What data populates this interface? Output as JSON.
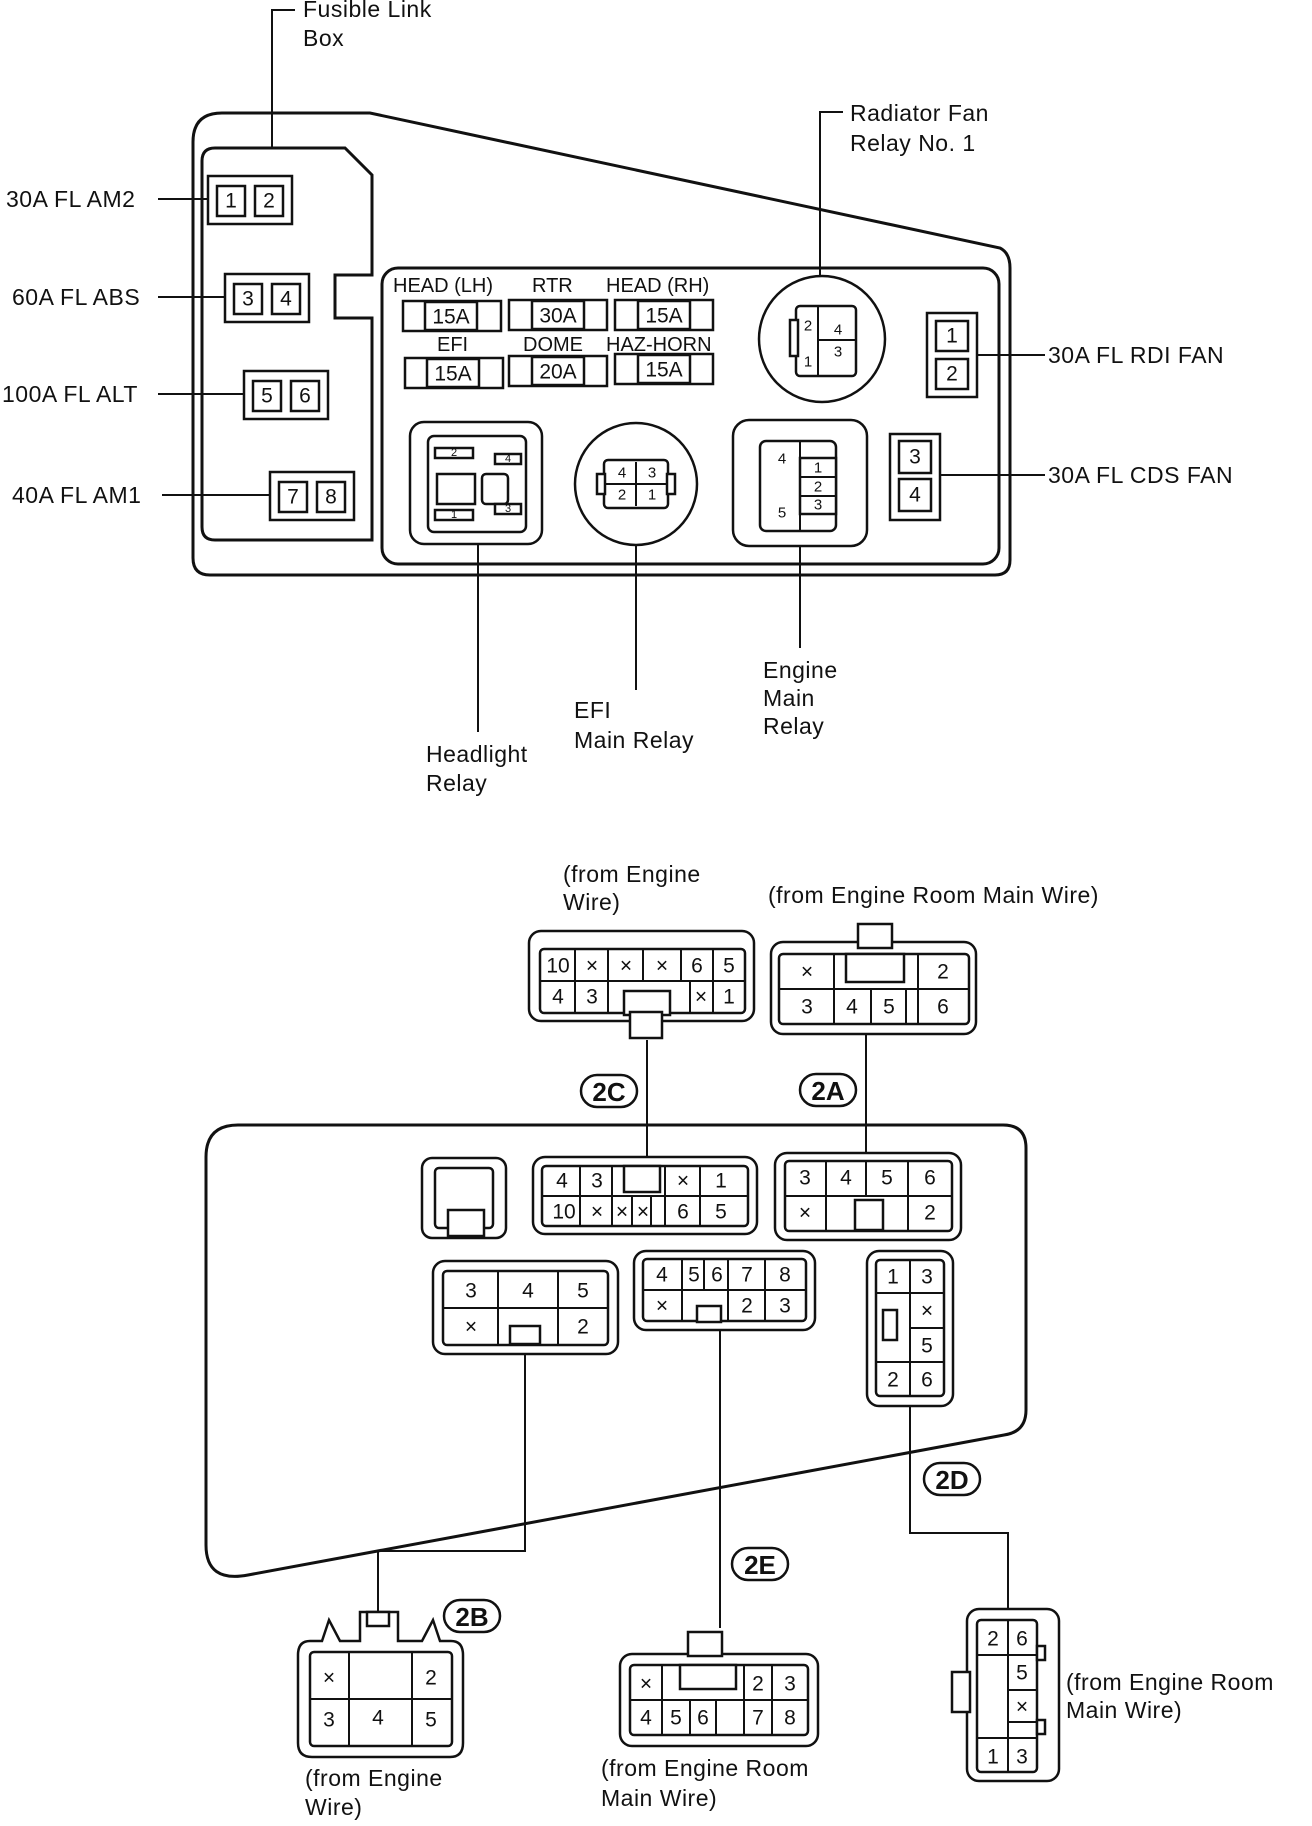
{
  "fusible_link_box": {
    "line1": "Fusible Link",
    "line2": "Box"
  },
  "fusible_links": [
    {
      "label": "30A  FL  AM2",
      "pins": [
        "1",
        "2"
      ]
    },
    {
      "label": "60A  FL  ABS",
      "pins": [
        "3",
        "4"
      ]
    },
    {
      "label": "100A  FL  ALT",
      "pins": [
        "5",
        "6"
      ]
    },
    {
      "label": "40A  FL  AM1",
      "pins": [
        "7",
        "8"
      ]
    }
  ],
  "fuses": [
    {
      "name": "HEAD  (LH)",
      "rating": "15A"
    },
    {
      "name": "RTR",
      "rating": "30A"
    },
    {
      "name": "HEAD  (RH)",
      "rating": "15A"
    },
    {
      "name": "EFI",
      "rating": "15A"
    },
    {
      "name": "DOME",
      "rating": "20A"
    },
    {
      "name": "HAZ-HORN",
      "rating": "15A"
    }
  ],
  "right_links": [
    {
      "label": "30A  FL  RDI  FAN",
      "pins": [
        "1",
        "2"
      ]
    },
    {
      "label": "30A  FL  CDS  FAN",
      "pins": [
        "3",
        "4"
      ]
    }
  ],
  "relays": {
    "radiator_fan": {
      "line1": "Radiator  Fan",
      "line2": "Relay  No.  1",
      "pins": [
        "2",
        "4",
        "1",
        "3"
      ]
    },
    "headlight": {
      "line1": "Headlight",
      "line2": "Relay",
      "pins": [
        "2",
        "4",
        "1",
        "3"
      ]
    },
    "efi_main": {
      "line1": "EFI",
      "line2": "Main  Relay",
      "pins": [
        "4",
        "3",
        "2",
        "1"
      ]
    },
    "engine_main": {
      "line1": "Engine",
      "line2": "Main",
      "line3": "Relay",
      "pins": [
        "4",
        "1",
        "2",
        "3",
        "5"
      ]
    }
  },
  "connector_tags": [
    "2C",
    "2A",
    "2B",
    "2E",
    "2D"
  ],
  "connector_notes": {
    "c2c_top": {
      "line1": "(from  Engine",
      "line2": "Wire)"
    },
    "c2a_top": {
      "line1": "(from  Engine  Room  Main  Wire)"
    },
    "c2b": {
      "line1": "(from  Engine",
      "line2": "Wire)"
    },
    "c2e": {
      "line1": "(from  Engine  Room",
      "line2": "Main  Wire)"
    },
    "c2d": {
      "line1": "(from  Engine  Room",
      "line2": "Main  Wire)"
    }
  },
  "pins": {
    "c2c_top": [
      "10",
      "×",
      "×",
      "×",
      "6",
      "5",
      "4",
      "3",
      "×",
      "1"
    ],
    "c2a_top": [
      "×",
      "2",
      "3",
      "4",
      "5",
      "6"
    ],
    "box_2c": [
      "4",
      "3",
      "×",
      "1",
      "10",
      "×",
      "×",
      "×",
      "6",
      "5"
    ],
    "box_2a": [
      "3",
      "4",
      "5",
      "6",
      "×",
      "2"
    ],
    "box_2b": [
      "3",
      "4",
      "5",
      "×",
      "2"
    ],
    "box_2e": [
      "4",
      "5",
      "6",
      "7",
      "8",
      "×",
      "2",
      "3"
    ],
    "box_2d": [
      "1",
      "3",
      "×",
      "5",
      "2",
      "6"
    ],
    "c2b": [
      "×",
      "2",
      "3",
      "4",
      "5"
    ],
    "c2e": [
      "×",
      "2",
      "3",
      "4",
      "5",
      "6",
      "7",
      "8"
    ],
    "c2d": [
      "2",
      "6",
      "5",
      "×",
      "1",
      "3"
    ]
  }
}
